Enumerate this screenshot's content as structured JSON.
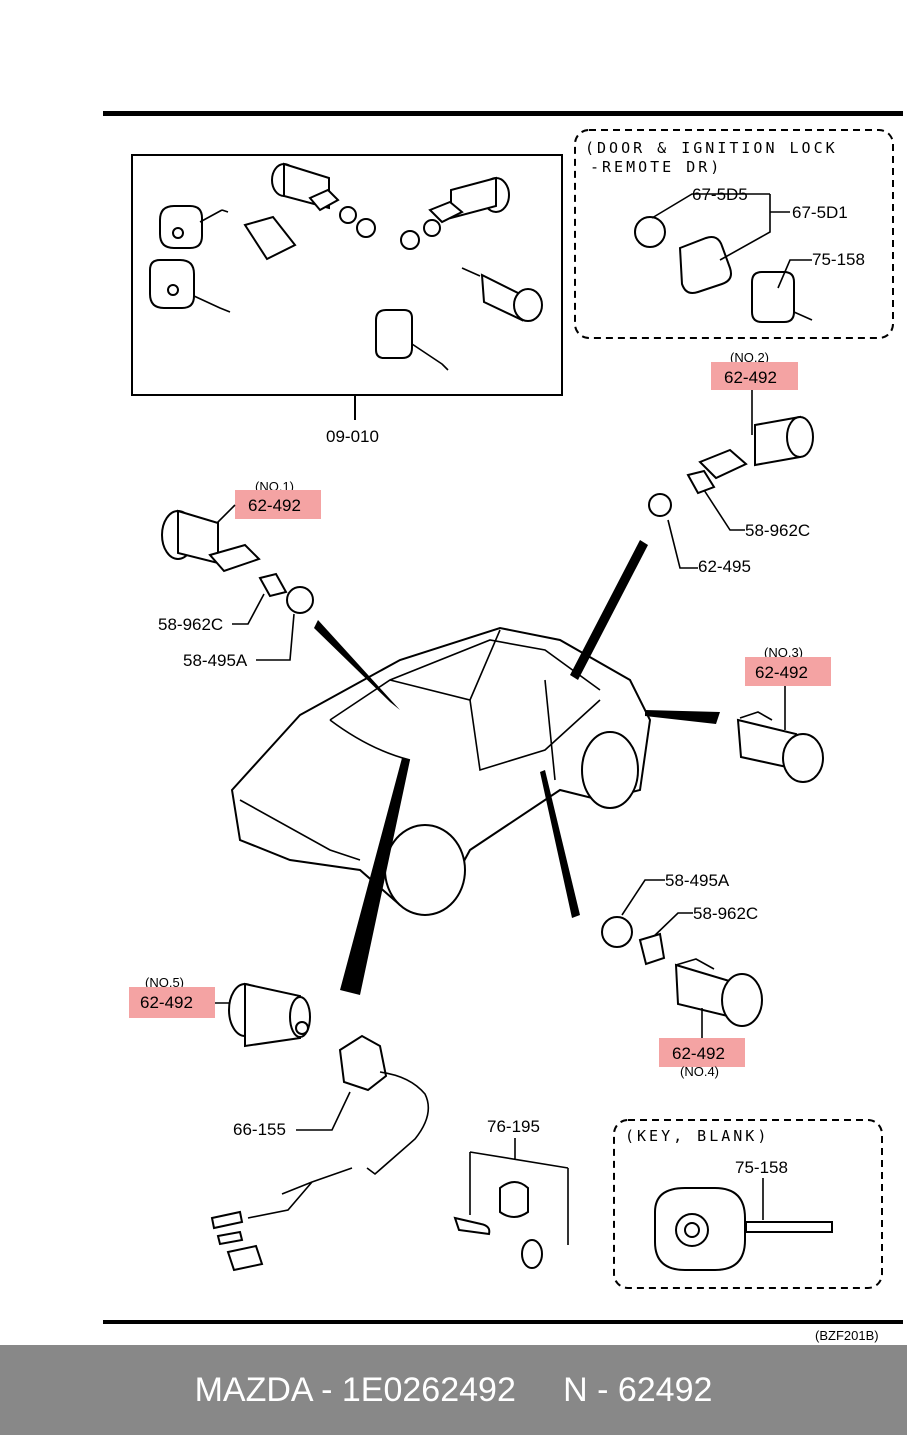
{
  "box_labels": {
    "remote_title_line1": "(DOOR & IGNITION LOCK",
    "remote_title_line2": "-REMOTE DR)",
    "key_blank_title": "(KEY, BLANK)"
  },
  "parts": {
    "set": "09-010",
    "cap": "67-5D5",
    "remote": "67-5D1",
    "key_remote": "75-158",
    "key_blank": "75-158",
    "no2_tag": "(NO.2)",
    "no2_part": "62-492",
    "no2_sleeve": "58-962C",
    "no2_washer": "62-495",
    "no1_tag": "(NO.1)",
    "no1_part": "62-492",
    "no1_sleeve": "58-962C",
    "no1_washer": "58-495A",
    "no3_tag": "(NO.3)",
    "no3_part": "62-492",
    "no4_washer": "58-495A",
    "no4_sleeve": "58-962C",
    "no4_part": "62-492",
    "no4_tag": "(NO.4)",
    "no5_tag": "(NO.5)",
    "no5_part": "62-492",
    "switch": "66-155",
    "bulb": "76-195"
  },
  "diagram_code": "(BZF201B)",
  "highlight_color": "#f4a3a3",
  "footer": {
    "brand": "MAZDA - 1E0262492",
    "code": "N - 62492"
  }
}
